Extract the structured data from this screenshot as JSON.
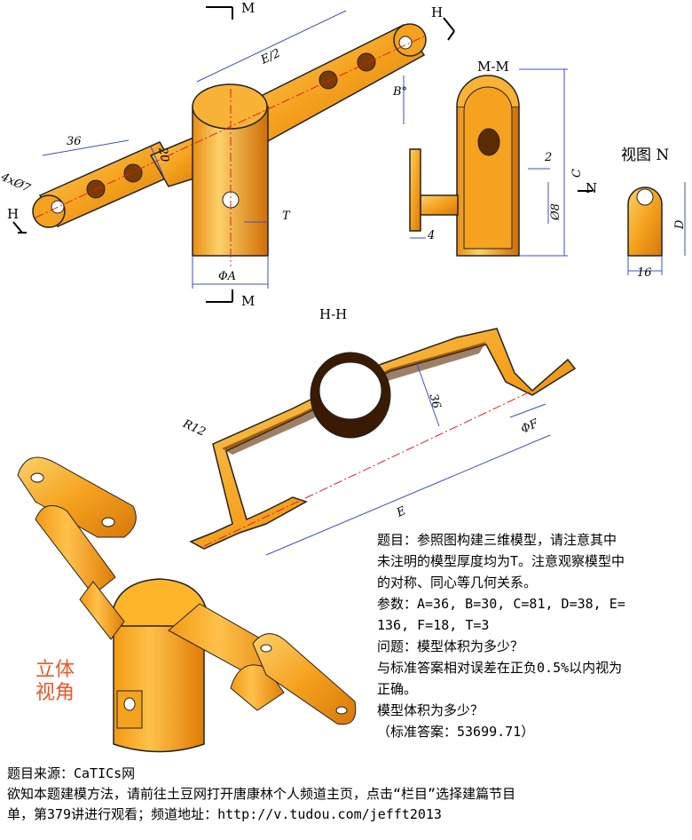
{
  "views": {
    "main_label_top": "M",
    "main_label_bottom": "M",
    "h_left": "H",
    "h_right": "H",
    "section_mm": "M-M",
    "view_n": "视图 N",
    "n_arrow": "N",
    "section_hh": "H-H"
  },
  "dimensions": {
    "e_half": "E/2",
    "b_angle": "B°",
    "d36": "36",
    "d20": "20",
    "holes": "4xØ7",
    "t": "T",
    "phi_a": "ΦA",
    "d2": "2",
    "c": "C",
    "phi8": "Ø8",
    "d4": "4",
    "d": "D",
    "d16": "16",
    "r12": "R12",
    "d36b": "36",
    "phi_f": "ΦF",
    "e": "E"
  },
  "iso_label": [
    "立体",
    "视角"
  ],
  "problem": {
    "lines": [
      "题目：参照图构建三维模型，请注意其中",
      "未注明的模型厚度均为T。注意观察模型中",
      "的对称、同心等几何关系。",
      "参数：A=36, B=30, C=81, D=38, E=",
      "136, F=18, T=3",
      "问题：模型体积为多少？",
      "与标准答案相对误差在正负0.5%以内视为",
      "正确。",
      "模型体积为多少？",
      "（标准答案：53699.71）"
    ]
  },
  "footer": {
    "lines": [
      "题目来源：CaTICs网",
      "欲知本题建模方法，请前往土豆网打开唐康林个人频道主页，点击“栏目”选择建篇节目",
      "单，第379讲进行观看；频道地址：http://v.tudou.com/jefft2013"
    ]
  },
  "colors": {
    "part_fill": "#f5a21e",
    "part_dark": "#d7780a",
    "part_light": "#fbd97a",
    "outline": "#222222",
    "dimension": "#3b4fc9",
    "centerline": "#e02020",
    "iso_text": "#e8572a"
  }
}
